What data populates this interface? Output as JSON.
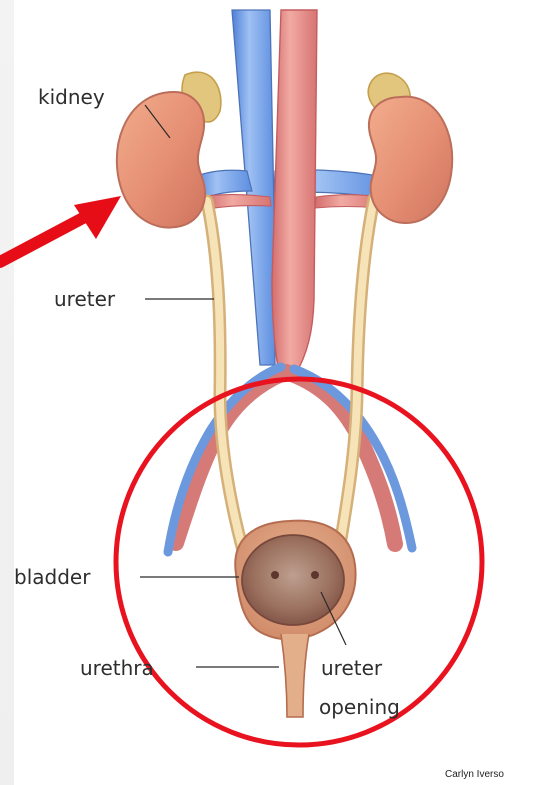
{
  "labels": {
    "kidney": "kidney",
    "ureter": "ureter",
    "bladder": "bladder",
    "urethra": "urethra",
    "ureter_opening_line1": "ureter",
    "ureter_opening_line2": "opening"
  },
  "credit": "Carlyn Iverso",
  "colors": {
    "kidney": "#dd8b6f",
    "vein": "#7da6e6",
    "artery": "#e98f88",
    "ureter": "#f2d8a4",
    "annotation": "#e8131f",
    "arrow": "#e70d17"
  }
}
